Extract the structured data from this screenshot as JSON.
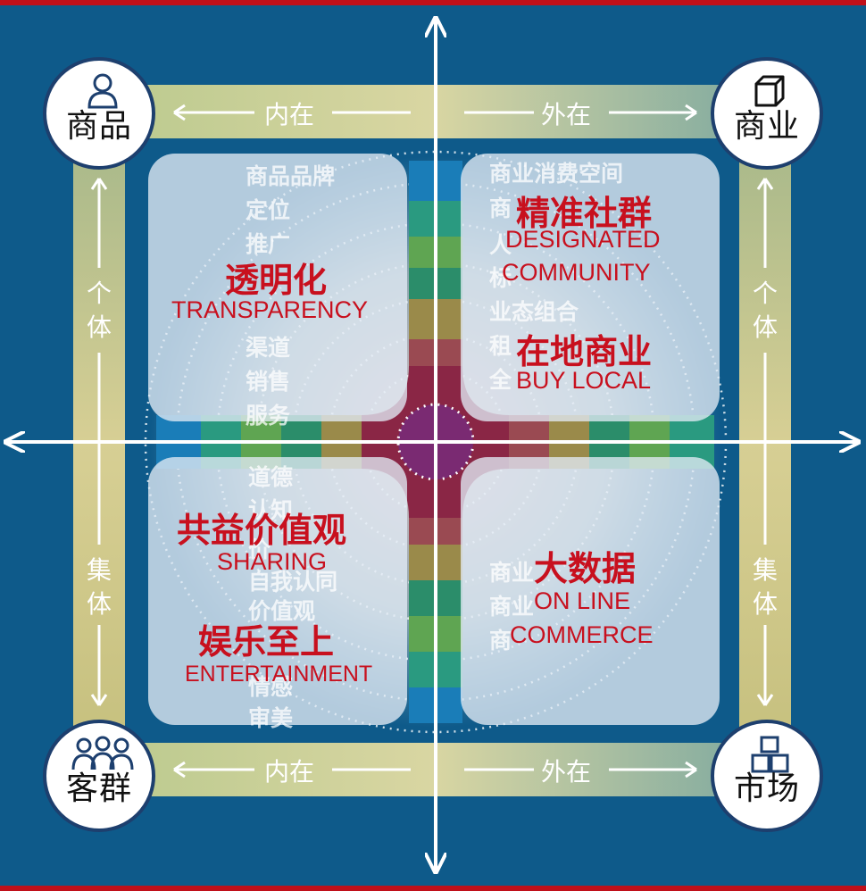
{
  "nodes": {
    "top_left": "商品",
    "top_right": "商业",
    "bottom_left": "客群",
    "bottom_right": "市场"
  },
  "bands": {
    "top_left_label": "内在",
    "top_right_label": "外在",
    "bottom_left_label": "内在",
    "bottom_right_label": "外在",
    "left_top_label": "个体",
    "left_bottom_label": "集体",
    "right_top_label": "个体",
    "right_bottom_label": "集体"
  },
  "quadrants": {
    "top_left": {
      "bg_items": [
        "商品品牌",
        "定位",
        "推广",
        "渠道",
        "销售",
        "服务"
      ],
      "title_cn": "透明化",
      "title_en": "TRANSPARENCY"
    },
    "top_right": {
      "bg_items": [
        "商业消费空间",
        "商",
        "人",
        "标",
        "业态组合",
        "租",
        "全"
      ],
      "title1_cn": "精准社群",
      "title1_en_line1": "DESIGNATED",
      "title1_en_line2": "COMMUNITY",
      "title2_cn": "在地商业",
      "title2_en": "BUY LOCAL"
    },
    "bottom_left": {
      "bg_items": [
        "道德",
        "认知",
        "价",
        "自我认同",
        "价值观",
        "情感",
        "审美"
      ],
      "title1_cn": "共益价值观",
      "title1_en": "SHARING",
      "title2_cn": "娱乐至上",
      "title2_en": "ENTERTAINMENT"
    },
    "bottom_right": {
      "bg_items": [
        "商业",
        "商业",
        "商"
      ],
      "title_cn": "大数据",
      "title_en_line1": "ON LINE",
      "title_en_line2": "COMMERCE"
    }
  },
  "icons": {
    "top_left": "person-icon",
    "top_right": "cube-icon",
    "bottom_left": "group-icon",
    "bottom_right": "stacked-boxes-icon"
  },
  "colors": {
    "background": "#0e5a8a",
    "accent_red": "#c8101e",
    "frame_red": "#c0101a",
    "node_border": "#1d3f6e"
  }
}
